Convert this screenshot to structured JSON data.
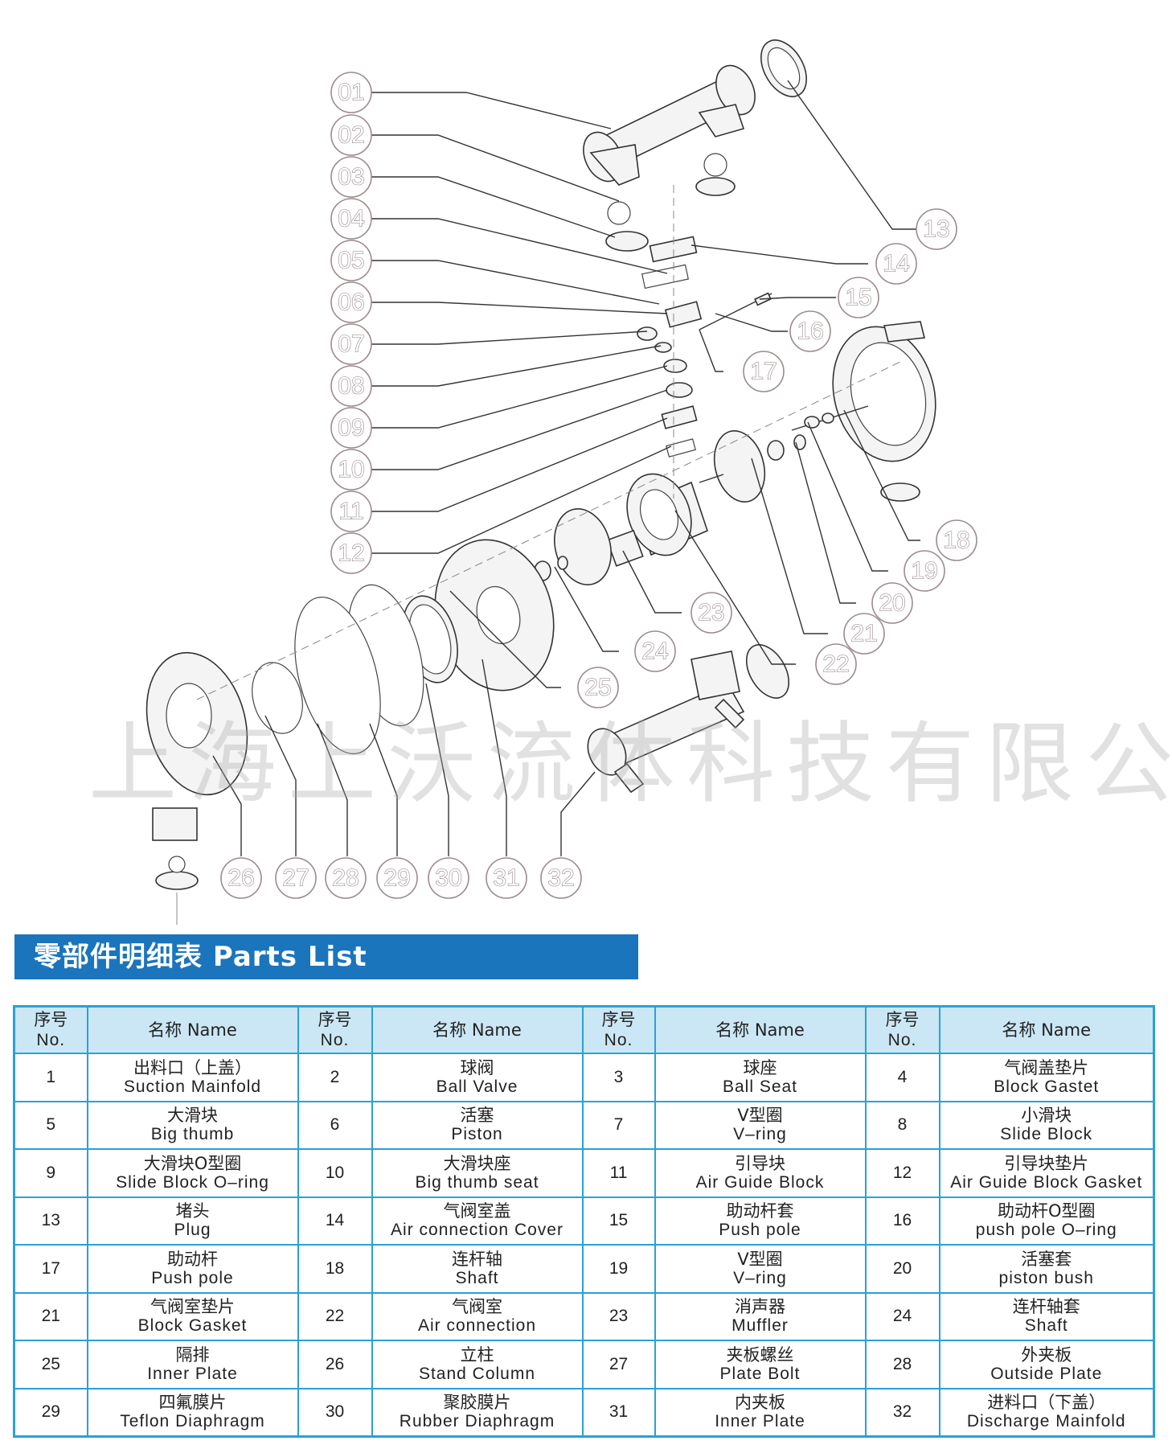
{
  "diagram": {
    "callouts": [
      "01",
      "02",
      "03",
      "04",
      "05",
      "06",
      "07",
      "08",
      "09",
      "10",
      "11",
      "12",
      "13",
      "14",
      "15",
      "16",
      "17",
      "18",
      "19",
      "20",
      "21",
      "22",
      "23",
      "24",
      "25",
      "26",
      "27",
      "28",
      "29",
      "30",
      "31",
      "32"
    ],
    "watermark": "上海上沃流体科技有限公司"
  },
  "title": {
    "text": "零部件明细表 Parts List"
  },
  "table": {
    "headers": [
      {
        "cn": "序号",
        "en": "No."
      },
      {
        "cn": "名称 Name",
        "en": ""
      },
      {
        "cn": "序号",
        "en": "No."
      },
      {
        "cn": "名称 Name",
        "en": ""
      },
      {
        "cn": "序号",
        "en": "No."
      },
      {
        "cn": "名称 Name",
        "en": ""
      },
      {
        "cn": "序号",
        "en": "No."
      },
      {
        "cn": "名称 Name",
        "en": ""
      }
    ],
    "rows": [
      [
        {
          "no": "1",
          "cn": "出料口（上盖）",
          "en": "Suction Mainfold"
        },
        {
          "no": "2",
          "cn": "球阀",
          "en": "Ball Valve"
        },
        {
          "no": "3",
          "cn": "球座",
          "en": "Ball Seat"
        },
        {
          "no": "4",
          "cn": "气阀盖垫片",
          "en": "Block Gastet"
        }
      ],
      [
        {
          "no": "5",
          "cn": "大滑块",
          "en": "Big thumb"
        },
        {
          "no": "6",
          "cn": "活塞",
          "en": "Piston"
        },
        {
          "no": "7",
          "cn": "V型圈",
          "en": "V–ring"
        },
        {
          "no": "8",
          "cn": "小滑块",
          "en": "Slide Block"
        }
      ],
      [
        {
          "no": "9",
          "cn": "大滑块O型圈",
          "en": "Slide Block O–ring"
        },
        {
          "no": "10",
          "cn": "大滑块座",
          "en": "Big thumb seat"
        },
        {
          "no": "11",
          "cn": "引导块",
          "en": "Air Guide Block"
        },
        {
          "no": "12",
          "cn": "引导块垫片",
          "en": "Air Guide Block Gasket"
        }
      ],
      [
        {
          "no": "13",
          "cn": "堵头",
          "en": "Plug"
        },
        {
          "no": "14",
          "cn": "气阀室盖",
          "en": "Air connection Cover"
        },
        {
          "no": "15",
          "cn": "助动杆套",
          "en": "Push pole"
        },
        {
          "no": "16",
          "cn": "助动杆O型圈",
          "en": "push pole O–ring"
        }
      ],
      [
        {
          "no": "17",
          "cn": "助动杆",
          "en": "Push pole"
        },
        {
          "no": "18",
          "cn": "连杆轴",
          "en": "Shaft"
        },
        {
          "no": "19",
          "cn": "V型圈",
          "en": "V–ring"
        },
        {
          "no": "20",
          "cn": "活塞套",
          "en": "piston bush"
        }
      ],
      [
        {
          "no": "21",
          "cn": "气阀室垫片",
          "en": "Block Gasket"
        },
        {
          "no": "22",
          "cn": "气阀室",
          "en": "Air connection"
        },
        {
          "no": "23",
          "cn": "消声器",
          "en": "Muffler"
        },
        {
          "no": "24",
          "cn": "连杆轴套",
          "en": "Shaft"
        }
      ],
      [
        {
          "no": "25",
          "cn": "隔排",
          "en": "Inner Plate"
        },
        {
          "no": "26",
          "cn": "立柱",
          "en": "Stand Column"
        },
        {
          "no": "27",
          "cn": "夹板螺丝",
          "en": "Plate Bolt"
        },
        {
          "no": "28",
          "cn": "外夹板",
          "en": "Outside Plate"
        }
      ],
      [
        {
          "no": "29",
          "cn": "四氟膜片",
          "en": "Teflon Diaphragm"
        },
        {
          "no": "30",
          "cn": "聚胶膜片",
          "en": "Rubber Diaphragm"
        },
        {
          "no": "31",
          "cn": "内夹板",
          "en": "Inner Plate"
        },
        {
          "no": "32",
          "cn": "进料口（下盖）",
          "en": "Discharge Mainfold"
        }
      ]
    ]
  }
}
